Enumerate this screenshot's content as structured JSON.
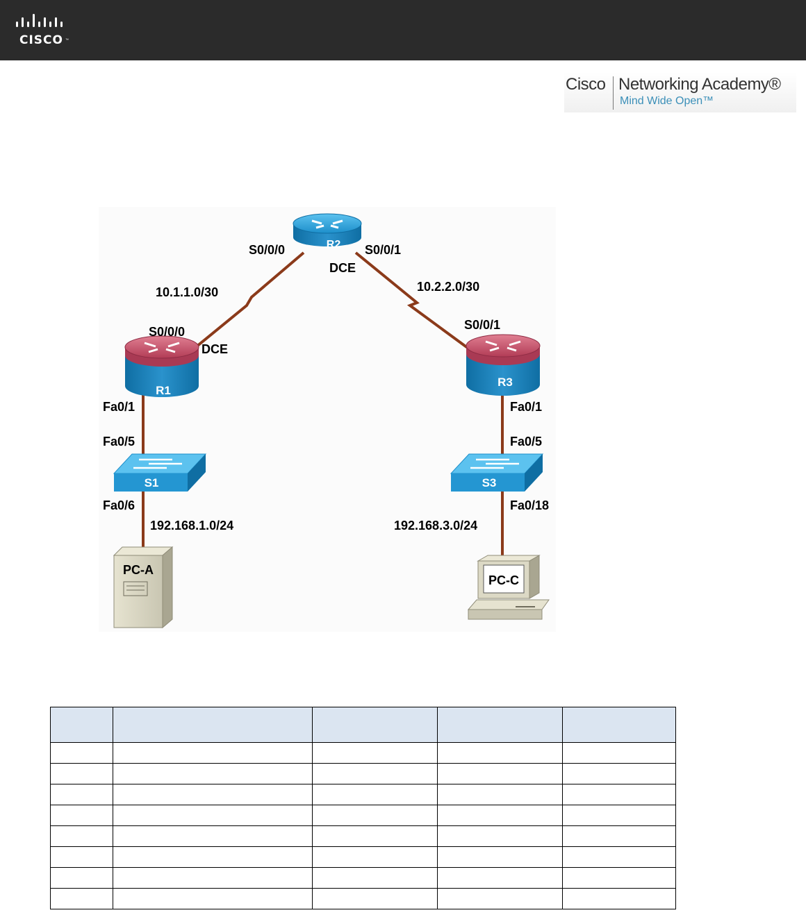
{
  "header": {
    "logo_text": "CISCO",
    "logo_tm": "™",
    "brand_name": "Cisco",
    "brand_product": "Networking Academy®",
    "brand_tagline": "Mind Wide Open™"
  },
  "topology": {
    "devices": {
      "r1": "R1",
      "r2": "R2",
      "r3": "R3",
      "s1": "S1",
      "s3": "S3",
      "pca": "PC-A",
      "pcc": "PC-C"
    },
    "links": {
      "r2_s000": "S0/0/0",
      "r2_s001": "S0/0/1",
      "r2_dce": "DCE",
      "net_r1_r2": "10.1.1.0/30",
      "net_r2_r3": "10.2.2.0/30",
      "r1_s000": "S0/0/0",
      "r1_dce": "DCE",
      "r3_s001": "S0/0/1",
      "r1_fa01": "Fa0/1",
      "s1_fa05": "Fa0/5",
      "s1_fa06": "Fa0/6",
      "net_lan1": "192.168.1.0/24",
      "r3_fa01": "Fa0/1",
      "s3_fa05": "Fa0/5",
      "s3_fa018": "Fa0/18",
      "net_lan3": "192.168.3.0/24"
    },
    "colors": {
      "link": "#8b3a1a",
      "router_top": "#c2506a",
      "router_body": "#1f7fb5",
      "r2_top": "#2c9bd3",
      "switch": "#2ea3dc"
    }
  },
  "table": {
    "headers": [
      "",
      "",
      "",
      "",
      ""
    ],
    "rows": [
      [
        "",
        "",
        "",
        "",
        ""
      ],
      [
        "",
        "",
        "",
        "",
        ""
      ],
      [
        "",
        "",
        "",
        "",
        ""
      ],
      [
        "",
        "",
        "",
        "",
        ""
      ],
      [
        "",
        "",
        "",
        "",
        ""
      ],
      [
        "",
        "",
        "",
        "",
        ""
      ],
      [
        "",
        "",
        "",
        "",
        ""
      ],
      [
        "",
        "",
        "",
        "",
        ""
      ]
    ]
  }
}
